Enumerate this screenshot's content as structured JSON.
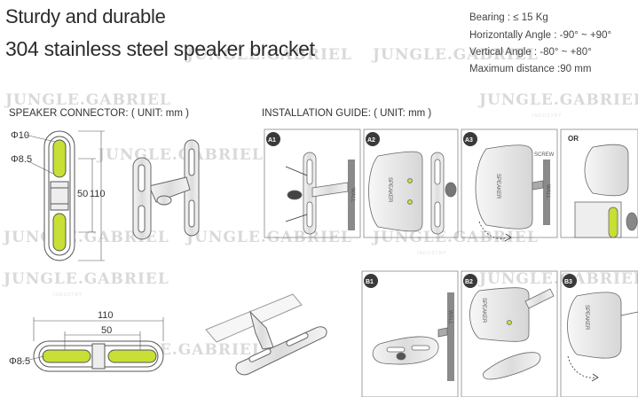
{
  "heading": {
    "line1": "Sturdy and durable",
    "line2": "304 stainless steel speaker bracket"
  },
  "specs": [
    "Bearing : ≤ 15 Kg",
    "Horizontally Angle : -90° ~ +90°",
    "Vertical Angle : -80° ~ +80°",
    "Maximum distance :90 mm"
  ],
  "connector": {
    "title": "SPEAKER CONNECTOR: ( UNIT: mm )",
    "dim_phi10": "Φ10",
    "dim_phi85_top": "Φ8.5",
    "dim_50": "50",
    "dim_110": "110",
    "dim_110_h": "110",
    "dim_50_h": "50",
    "dim_phi85_bottom": "Φ8.5"
  },
  "guide": {
    "title": "INSTALLATION GUIDE: ( UNIT: mm )",
    "steps": [
      "A1",
      "A2",
      "A3",
      "OR",
      "B1",
      "B2",
      "B3"
    ],
    "screw_label": "SCREW",
    "wall_label": "WALL",
    "speaker_label": "SPEAKER"
  },
  "watermark": {
    "brand": "JUNGLE.GABRIEL",
    "sub": "INDUSTRY"
  },
  "colors": {
    "slot_fill": "#c8df35",
    "line": "#555555",
    "step_badge": "#3a3a3a"
  }
}
